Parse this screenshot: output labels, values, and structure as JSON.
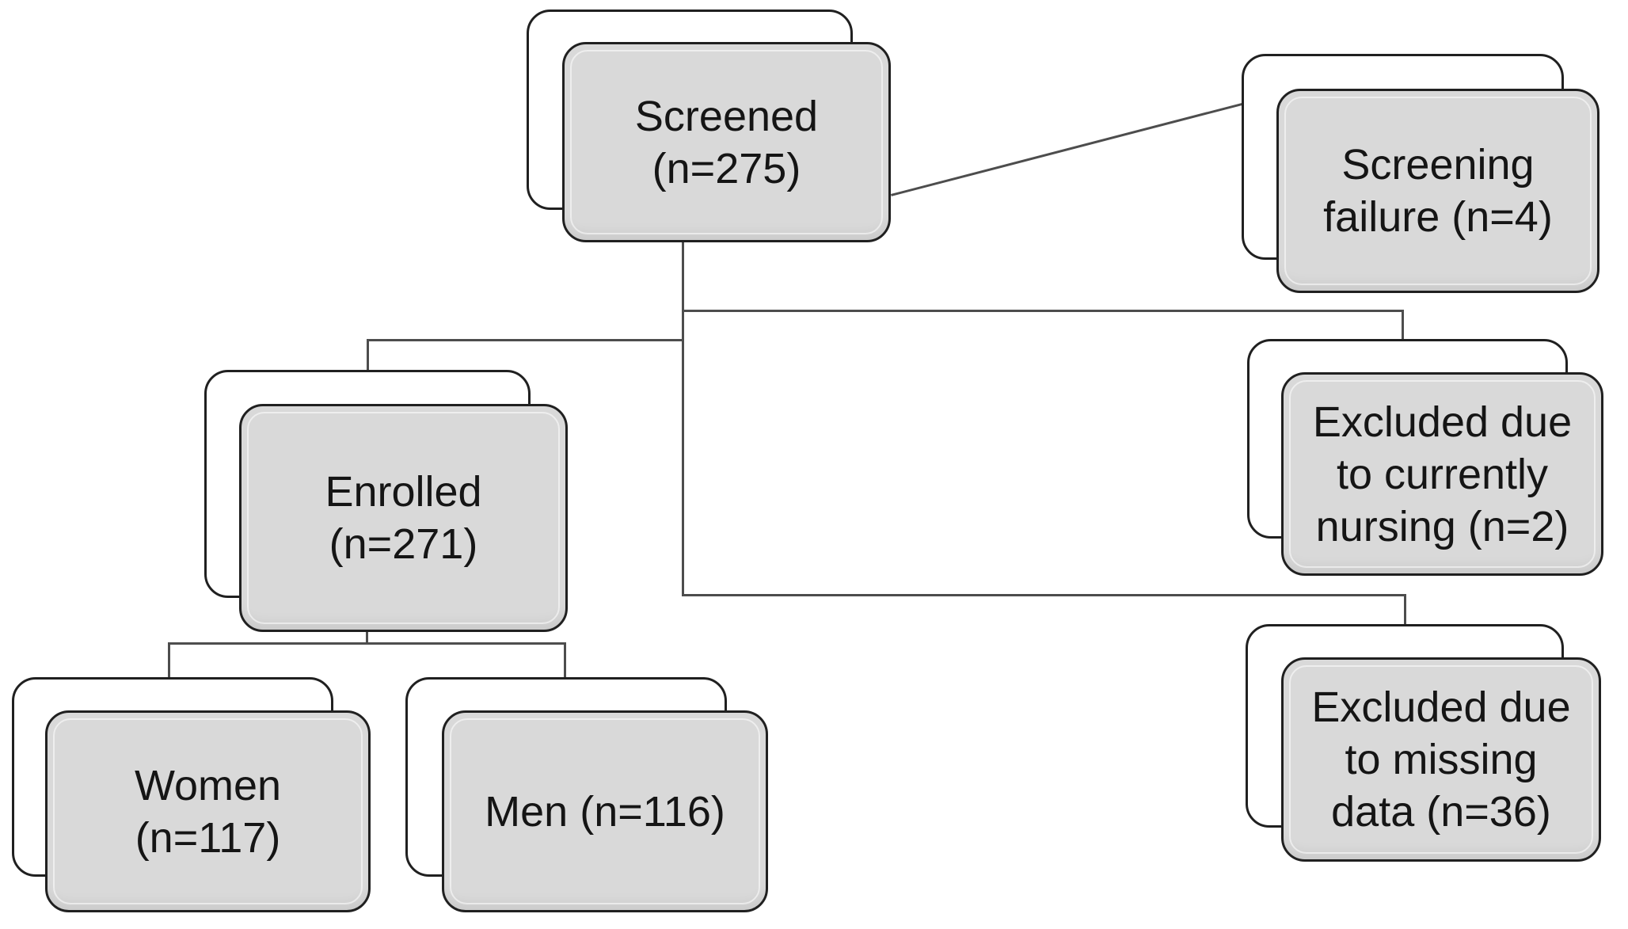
{
  "colors": {
    "bg": "#ffffff",
    "box-fill": "#d9d9d9",
    "box-border": "#202020",
    "shadow-fill": "#ffffff",
    "line": "#4d4d4d",
    "text": "#151515"
  },
  "nodes": {
    "screened": {
      "lines": [
        "Screened",
        "(n=275)"
      ]
    },
    "screening_failure": {
      "lines": [
        "Screening",
        "failure (n=4)"
      ]
    },
    "enrolled": {
      "lines": [
        "Enrolled",
        "(n=271)"
      ]
    },
    "women": {
      "lines": [
        "Women",
        "(n=117)"
      ]
    },
    "men": {
      "lines": [
        "Men (n=116)"
      ]
    },
    "excluded_nursing": {
      "lines": [
        "Excluded due",
        "to currently",
        "nursing (n=2)"
      ]
    },
    "excluded_missing": {
      "lines": [
        "Excluded due",
        "to missing",
        "data (n=36)"
      ]
    }
  },
  "edges": [
    {
      "from": "screened",
      "to": "screening_failure"
    },
    {
      "from": "screened",
      "to": "enrolled"
    },
    {
      "from": "screened",
      "to": "excluded_nursing"
    },
    {
      "from": "screened",
      "to": "excluded_missing"
    },
    {
      "from": "enrolled",
      "to": "women"
    },
    {
      "from": "enrolled",
      "to": "men"
    }
  ]
}
